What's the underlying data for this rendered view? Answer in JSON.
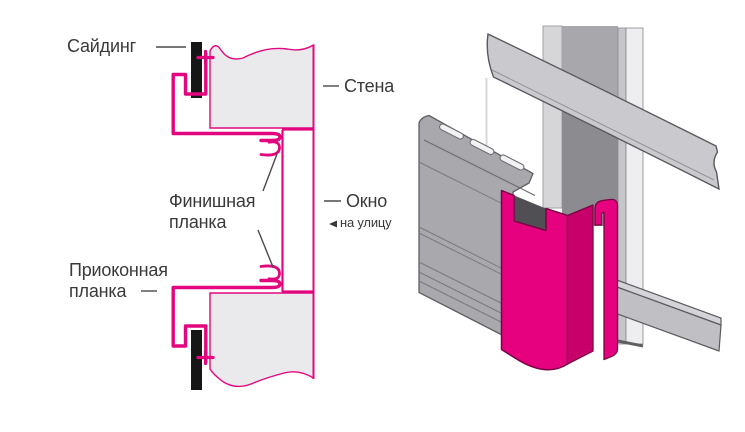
{
  "figure": {
    "kind": "siding-installation-diagram",
    "language": "ru",
    "labels": {
      "siding": "Сайдинг",
      "wall": "Стена",
      "finish_trim": "Финишная\nпланка",
      "window": "Окно",
      "to_street": "на улицу",
      "near_window_trim": "Приоконная\nпланка"
    },
    "icons": {
      "to_street_arrow": "left-triangle-marker"
    },
    "colors": {
      "profile_magenta": "#e2077e",
      "trim_pink_front": "#e6017f",
      "trim_pink_side": "#c80069",
      "wall_fill": "#eaeaec",
      "siding_bar_black": "#161616",
      "siding_panel_gray": "#a9a9ad",
      "board_gray": "#cacace",
      "recess_gray": "#8c8c90",
      "text": "#3a3a3a",
      "leader_line": "#4a4a4e"
    }
  }
}
